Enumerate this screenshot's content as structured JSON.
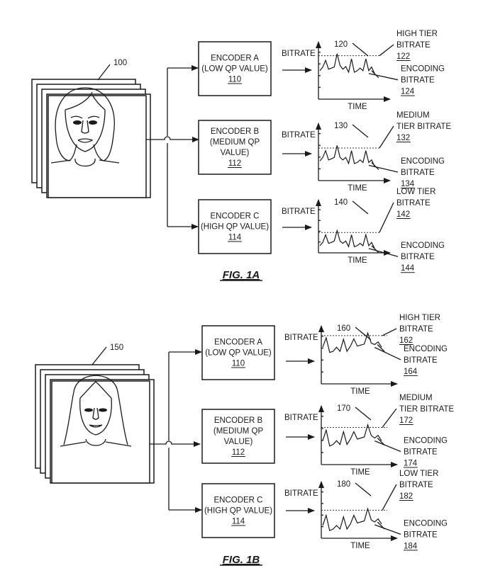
{
  "figures": [
    {
      "id": "1A",
      "caption": "FIG. 1A",
      "input": {
        "ref": "100",
        "face": "woman-shoulder-length-hair-icon"
      },
      "encoders": [
        {
          "lines": [
            "ENCODER A",
            "(LOW QP VALUE)"
          ],
          "ref": "110",
          "chart": {
            "ref": "120",
            "ylabel": "BITRATE",
            "xlabel": "TIME",
            "tier_label": [
              "HIGH TIER",
              "BITRATE"
            ],
            "tier_ref": "122",
            "enc_label": [
              "ENCODING",
              "BITRATE"
            ],
            "enc_ref": "124"
          }
        },
        {
          "lines": [
            "ENCODER B",
            "(MEDIUM QP",
            "VALUE)"
          ],
          "ref": "112",
          "chart": {
            "ref": "130",
            "ylabel": "BITRATE",
            "xlabel": "TIME",
            "tier_label": [
              "MEDIUM",
              "TIER BITRATE"
            ],
            "tier_ref": "132",
            "enc_label": [
              "ENCODING",
              "BITRATE"
            ],
            "enc_ref": "134"
          }
        },
        {
          "lines": [
            "ENCODER C",
            "(HIGH QP VALUE)"
          ],
          "ref": "114",
          "chart": {
            "ref": "140",
            "ylabel": "BITRATE",
            "xlabel": "TIME",
            "tier_label": [
              "LOW TIER",
              "BITRATE"
            ],
            "tier_ref": "142",
            "enc_label": [
              "ENCODING",
              "BITRATE"
            ],
            "enc_ref": "144"
          }
        }
      ]
    },
    {
      "id": "1B",
      "caption": "FIG. 1B",
      "input": {
        "ref": "150",
        "face": "woman-long-hair-smiling-icon"
      },
      "encoders": [
        {
          "lines": [
            "ENCODER A",
            "(LOW QP VALUE)"
          ],
          "ref": "110",
          "chart": {
            "ref": "160",
            "ylabel": "BITRATE",
            "xlabel": "TIME",
            "tier_label": [
              "HIGH TIER",
              "BITRATE"
            ],
            "tier_ref": "162",
            "enc_label": [
              "ENCODING",
              "BITRATE"
            ],
            "enc_ref": "164"
          }
        },
        {
          "lines": [
            "ENCODER B",
            "(MEDIUM QP",
            "VALUE)"
          ],
          "ref": "112",
          "chart": {
            "ref": "170",
            "ylabel": "BITRATE",
            "xlabel": "TIME",
            "tier_label": [
              "MEDIUM",
              "TIER BITRATE"
            ],
            "tier_ref": "172",
            "enc_label": [
              "ENCODING",
              "BITRATE"
            ],
            "enc_ref": "174"
          }
        },
        {
          "lines": [
            "ENCODER C",
            "(HIGH QP VALUE)"
          ],
          "ref": "114",
          "chart": {
            "ref": "180",
            "ylabel": "BITRATE",
            "xlabel": "TIME",
            "tier_label": [
              "LOW TIER",
              "BITRATE"
            ],
            "tier_ref": "182",
            "enc_label": [
              "ENCODING",
              "BITRATE"
            ],
            "enc_ref": "184"
          }
        }
      ]
    }
  ],
  "chart_data": [
    {
      "type": "line",
      "title": "120",
      "xlabel": "TIME",
      "ylabel": "BITRATE",
      "ylim": [
        0,
        1
      ],
      "tier": 0.84,
      "tier_label": "HIGH TIER BITRATE",
      "series": [
        {
          "name": "ENCODING BITRATE",
          "values": [
            0.55,
            0.62,
            0.75,
            0.58,
            0.6,
            0.62,
            0.88,
            0.65,
            0.58,
            0.63,
            0.52,
            0.78,
            0.52,
            0.55,
            0.6,
            0.55,
            0.78,
            0.55,
            0.62,
            0.5
          ]
        }
      ]
    },
    {
      "type": "line",
      "title": "130",
      "xlabel": "TIME",
      "ylabel": "BITRATE",
      "ylim": [
        0,
        1
      ],
      "tier": 0.63,
      "tier_label": "MEDIUM TIER BITRATE",
      "series": [
        {
          "name": "ENCODING BITRATE",
          "values": [
            0.38,
            0.45,
            0.58,
            0.4,
            0.42,
            0.45,
            0.68,
            0.45,
            0.4,
            0.45,
            0.33,
            0.58,
            0.33,
            0.35,
            0.4,
            0.35,
            0.58,
            0.35,
            0.4,
            0.28
          ]
        }
      ]
    },
    {
      "type": "line",
      "title": "140",
      "xlabel": "TIME",
      "ylabel": "BITRATE",
      "ylim": [
        0,
        1
      ],
      "tier": 0.43,
      "tier_label": "LOW TIER BITRATE",
      "series": [
        {
          "name": "ENCODING BITRATE",
          "values": [
            0.15,
            0.22,
            0.38,
            0.2,
            0.22,
            0.25,
            0.47,
            0.25,
            0.2,
            0.25,
            0.13,
            0.38,
            0.13,
            0.15,
            0.2,
            0.15,
            0.38,
            0.15,
            0.22,
            0.1
          ]
        }
      ]
    },
    {
      "type": "line",
      "title": "160",
      "xlabel": "TIME",
      "ylabel": "BITRATE",
      "ylim": [
        0,
        1
      ],
      "tier": 0.92,
      "tier_label": "HIGH TIER BITRATE",
      "series": [
        {
          "name": "ENCODING BITRATE",
          "values": [
            0.7,
            0.88,
            0.6,
            0.62,
            0.7,
            0.62,
            0.85,
            0.62,
            0.72,
            0.86,
            0.72,
            0.74,
            0.76,
            0.97,
            0.78,
            0.75,
            0.8,
            0.7
          ]
        }
      ]
    },
    {
      "type": "line",
      "title": "170",
      "xlabel": "TIME",
      "ylabel": "BITRATE",
      "ylim": [
        0,
        1
      ],
      "tier": 0.7,
      "tier_label": "MEDIUM TIER BITRATE",
      "series": [
        {
          "name": "ENCODING BITRATE",
          "values": [
            0.45,
            0.65,
            0.35,
            0.38,
            0.45,
            0.38,
            0.62,
            0.38,
            0.48,
            0.62,
            0.48,
            0.5,
            0.52,
            0.75,
            0.55,
            0.5,
            0.55,
            0.45
          ]
        }
      ]
    },
    {
      "type": "line",
      "title": "180",
      "xlabel": "TIME",
      "ylabel": "BITRATE",
      "ylim": [
        0,
        1
      ],
      "tier": 0.55,
      "tier_label": "LOW TIER BITRATE",
      "series": [
        {
          "name": "ENCODING BITRATE",
          "values": [
            0.25,
            0.45,
            0.15,
            0.18,
            0.25,
            0.18,
            0.42,
            0.18,
            0.28,
            0.45,
            0.3,
            0.32,
            0.34,
            0.58,
            0.36,
            0.32,
            0.38,
            0.28
          ]
        }
      ]
    }
  ]
}
